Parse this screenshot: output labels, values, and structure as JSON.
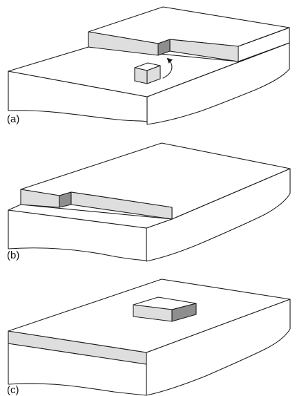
{
  "figure": {
    "panels": [
      {
        "id": "a",
        "label": "(a)"
      },
      {
        "id": "b",
        "label": "(b)"
      },
      {
        "id": "c",
        "label": "(c)"
      }
    ]
  },
  "colors": {
    "outline": "#1a1a1a",
    "surface": "#ffffff",
    "step_face_light": "#dedede",
    "step_face_dark": "#8e8e8e"
  }
}
